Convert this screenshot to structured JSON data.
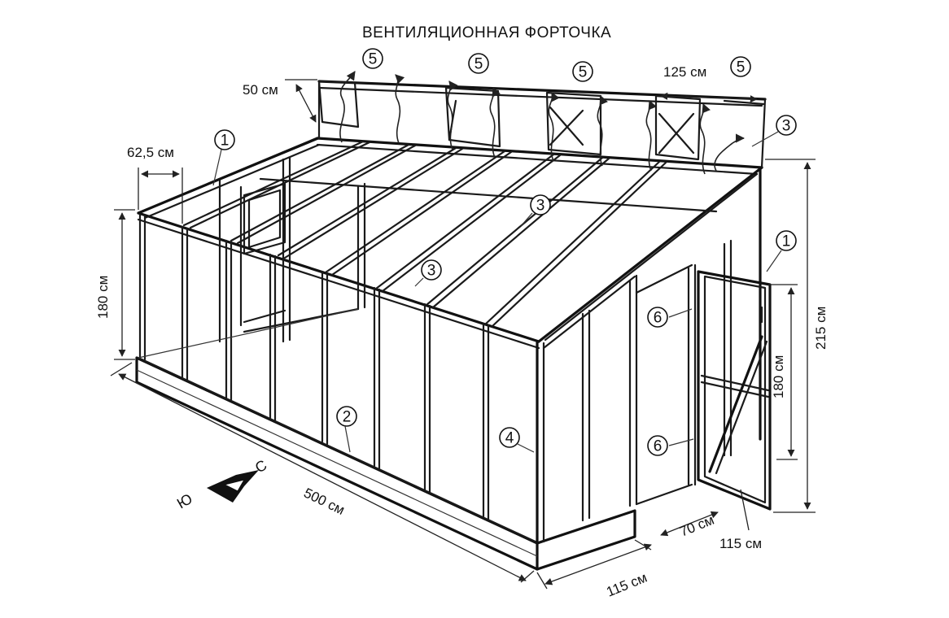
{
  "title": "ВЕНТИЛЯЦИОННАЯ ФОРТОЧКА",
  "markers": [
    "1",
    "1",
    "2",
    "3",
    "3",
    "3",
    "4",
    "5",
    "5",
    "5",
    "5",
    "6",
    "6"
  ],
  "dimensions": {
    "vent_height": "50 см",
    "rafter_spacing": "62,5 см",
    "vent_width": "125 см",
    "wall_height_left": "180 см",
    "wall_height_right": "215 см",
    "door_height": "180 см",
    "length": "500 см",
    "width": "115 см",
    "door_width": "70 см",
    "door_opening": "115 см"
  },
  "compass": {
    "north": "С",
    "south": "Ю"
  }
}
